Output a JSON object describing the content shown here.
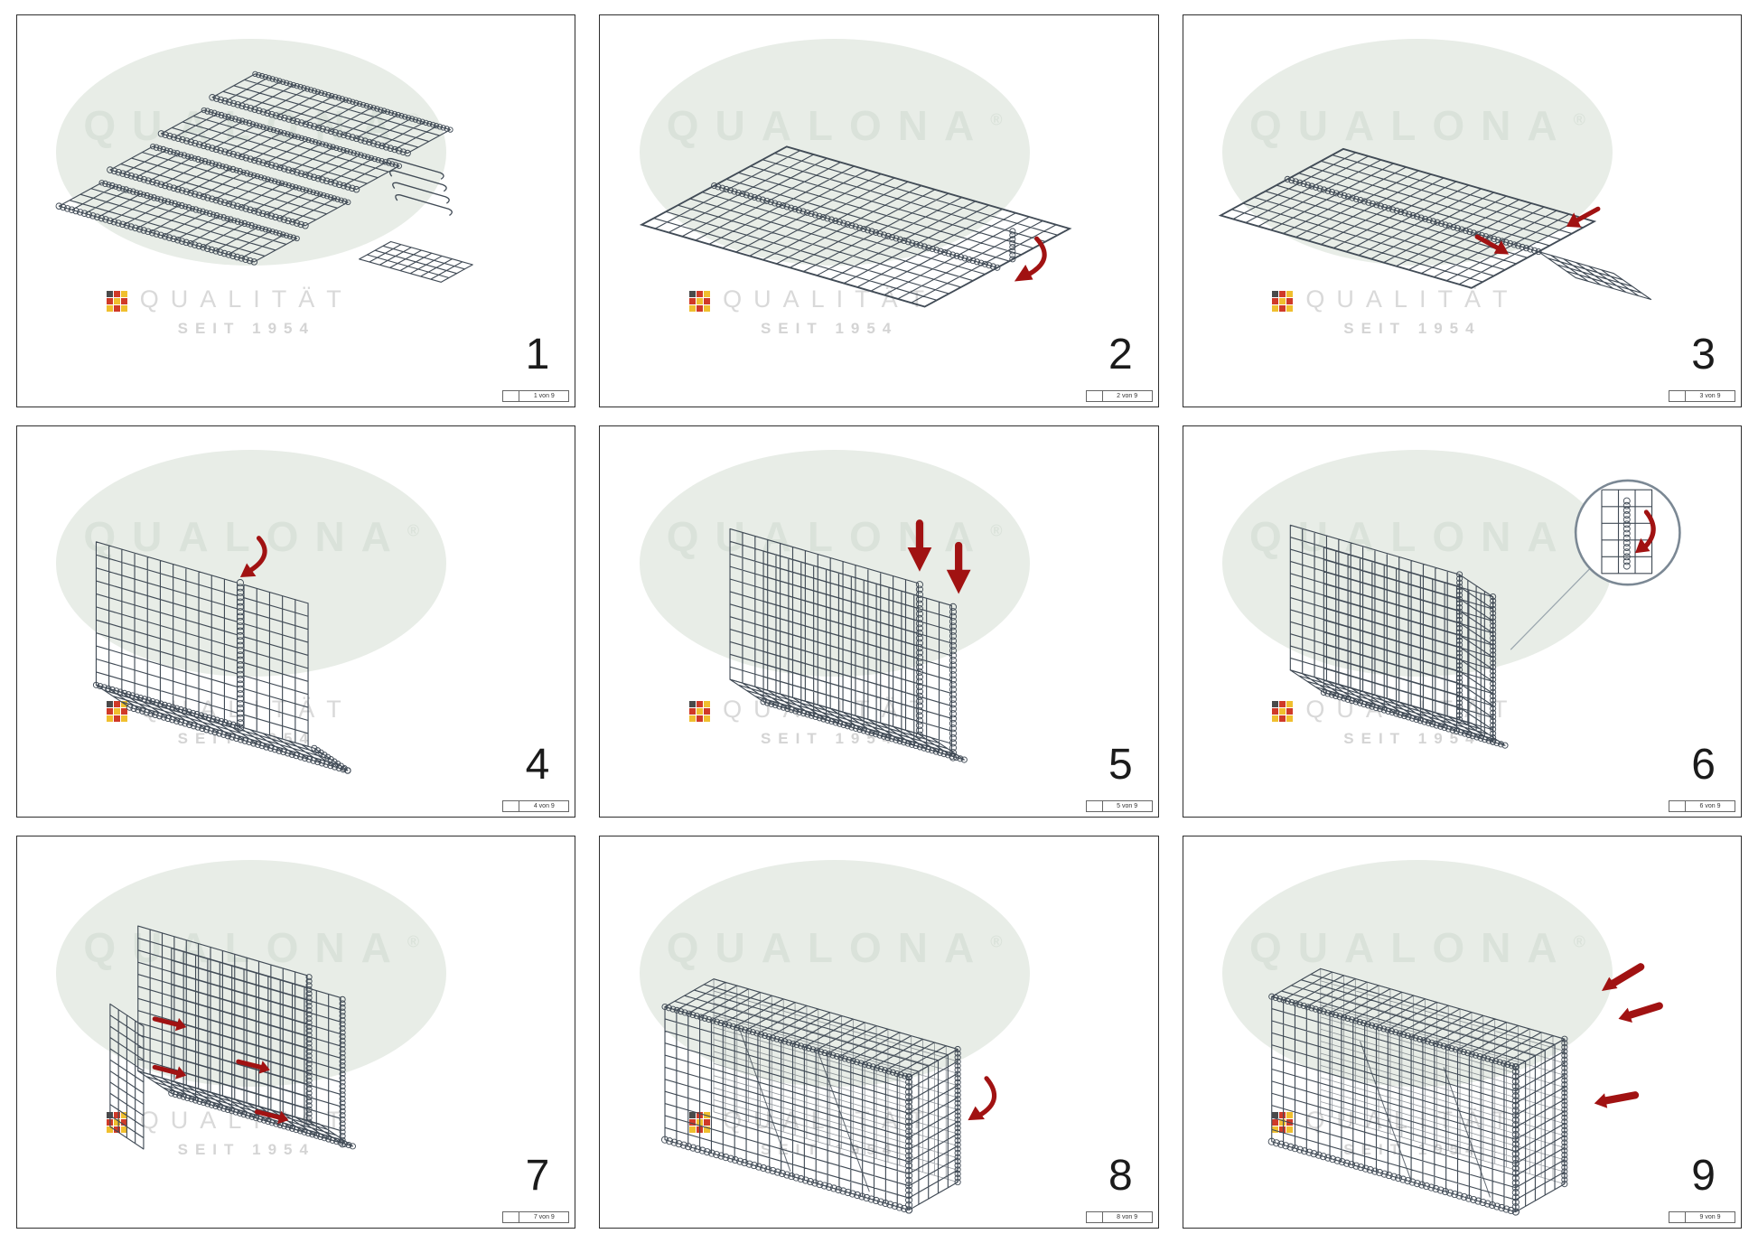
{
  "watermark": {
    "logo": "QUALONA",
    "registered": "®",
    "quality_line": "QUALITÄT",
    "since_line": "SEIT 1954"
  },
  "colors": {
    "wire": "#414b56",
    "arrow": "#a11212",
    "ellipse": "#e8ede7",
    "wmtext": "#d8d8d8"
  },
  "steps": [
    {
      "number": "1",
      "page": "1 von 9"
    },
    {
      "number": "2",
      "page": "2 von 9"
    },
    {
      "number": "3",
      "page": "3 von 9"
    },
    {
      "number": "4",
      "page": "4 von 9"
    },
    {
      "number": "5",
      "page": "5 von 9"
    },
    {
      "number": "6",
      "page": "6 von 9"
    },
    {
      "number": "7",
      "page": "7 von 9"
    },
    {
      "number": "8",
      "page": "8 von 9"
    },
    {
      "number": "9",
      "page": "9 von 9"
    }
  ]
}
